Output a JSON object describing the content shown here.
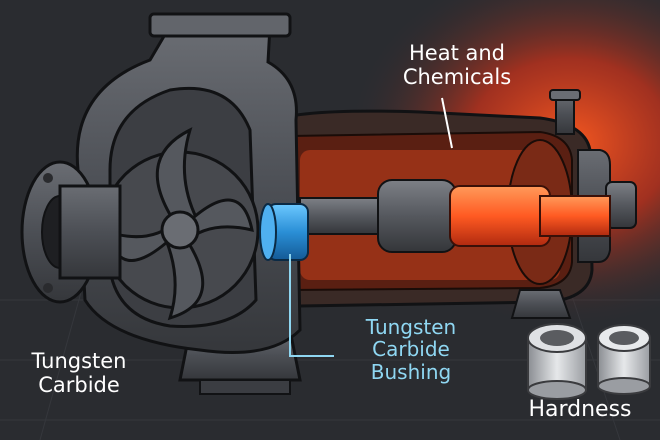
{
  "labels": {
    "heat": [
      "Heat and",
      "Chemicals"
    ],
    "bushing": [
      "Tungsten",
      "Carbide",
      "Bushing"
    ],
    "material": [
      "Tungsten",
      "Carbide"
    ],
    "hardness": "Hardness"
  },
  "colors": {
    "background": "#2a2c30",
    "metal": "#55585e",
    "metal_dark": "#3b3d42",
    "outline": "#111214",
    "heat_glow": "#ff4a1a",
    "bushing_blue": "#2a8fd6",
    "label_blue": "#8fd7f2",
    "label_white": "#ffffff"
  },
  "icons": [
    "pump-casing",
    "impeller",
    "inlet-flange",
    "shaft",
    "tungsten-carbide-bushing",
    "bearing-housing",
    "sample-bushings"
  ]
}
